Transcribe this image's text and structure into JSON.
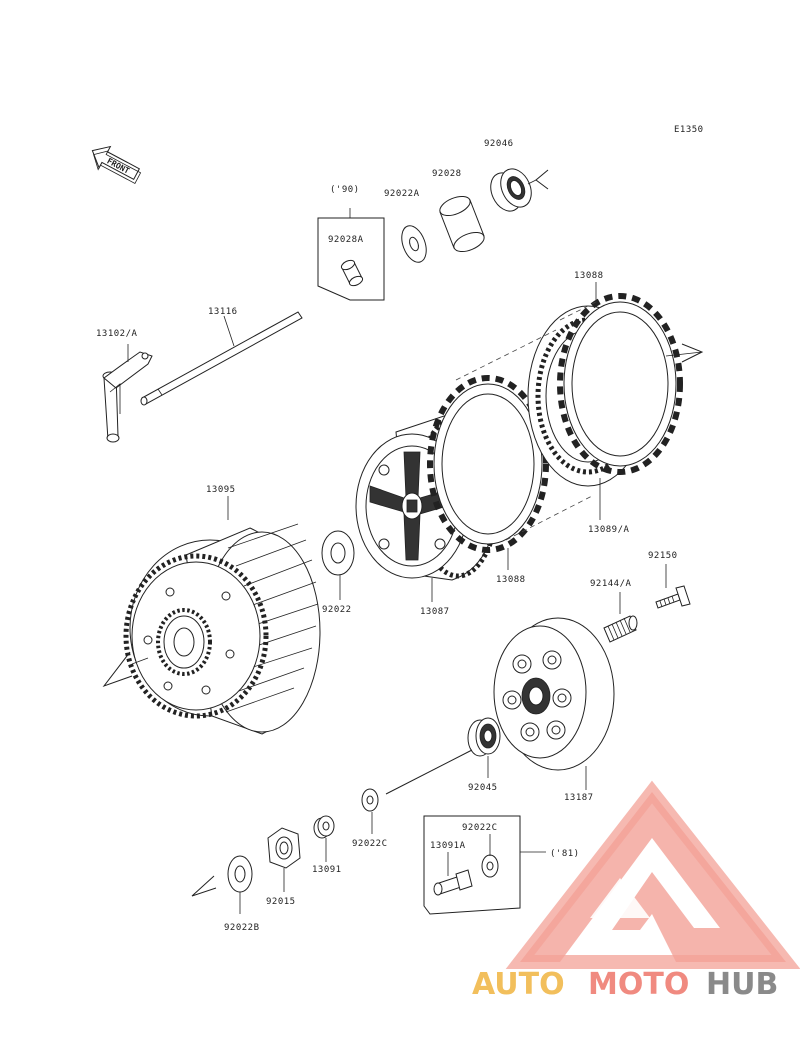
{
  "diagram_code": "E1350",
  "front_label": "FRONT",
  "parts": [
    {
      "id": "p92046",
      "number": "92046"
    },
    {
      "id": "p92028",
      "number": "92028"
    },
    {
      "id": "p92022A",
      "number": "92022A"
    },
    {
      "id": "p90",
      "number": "('90)"
    },
    {
      "id": "p92028A",
      "number": "92028A"
    },
    {
      "id": "p13088top",
      "number": "13088"
    },
    {
      "id": "p13116",
      "number": "13116"
    },
    {
      "id": "p13102A",
      "number": "13102/A"
    },
    {
      "id": "p13095",
      "number": "13095"
    },
    {
      "id": "p13089A",
      "number": "13089/A"
    },
    {
      "id": "p92150",
      "number": "92150"
    },
    {
      "id": "p92144A",
      "number": "92144/A"
    },
    {
      "id": "p13088bot",
      "number": "13088"
    },
    {
      "id": "p92022",
      "number": "92022"
    },
    {
      "id": "p13087",
      "number": "13087"
    },
    {
      "id": "p92045",
      "number": "92045"
    },
    {
      "id": "p13187",
      "number": "13187"
    },
    {
      "id": "p92022C_a",
      "number": "92022C"
    },
    {
      "id": "p13091",
      "number": "13091"
    },
    {
      "id": "p92022C_b",
      "number": "92022C"
    },
    {
      "id": "p13091A",
      "number": "13091A"
    },
    {
      "id": "p81",
      "number": "('81)"
    },
    {
      "id": "p92015",
      "number": "92015"
    },
    {
      "id": "p92022B",
      "number": "92022B"
    }
  ],
  "watermark": {
    "auto": "AUTO",
    "moto": "MOTO",
    "hub": "HUB"
  },
  "colors": {
    "ink": "#222222",
    "watermark_red": "#f08a80",
    "watermark_yellow": "#f2bf5c",
    "watermark_grey": "#8a8a8a"
  }
}
